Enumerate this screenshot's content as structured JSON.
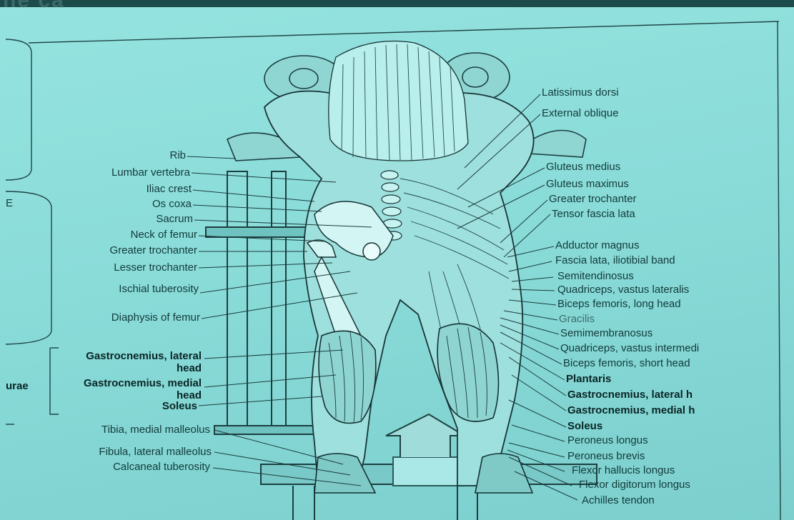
{
  "heading_fragment": "he ca",
  "left_group_fragments": {
    "e": "E",
    "surae": "urae"
  },
  "left_labels": [
    "Rib",
    "Lumbar vertebra",
    "Iliac crest",
    "Os coxa",
    "Sacrum",
    "Neck of femur",
    "Greater trochanter",
    "Lesser trochanter",
    "Ischial tuberosity",
    "Diaphysis of femur",
    "Gastrocnemius, lateral head",
    "Gastrocnemius, medial head",
    "Soleus",
    "Tibia, medial malleolus",
    "Fibula, lateral malleolus",
    "Calcaneal tuberosity"
  ],
  "right_labels": [
    "Latissimus dorsi",
    "External oblique",
    "Gluteus medius",
    "Gluteus maximus",
    "Greater trochanter",
    "Tensor fascia lata",
    "Adductor magnus",
    "Fascia lata, iliotibial band",
    "Semitendinosus",
    "Quadriceps, vastus lateralis",
    "Biceps femoris, long head",
    "Gracilis",
    "Semimembranosus",
    "Quadriceps, vastus intermedi",
    "Biceps femoris, short head",
    "Plantaris",
    "Gastrocnemius, lateral h",
    "Gastrocnemius, medial h",
    "Soleus",
    "Peroneus longus",
    "Peroneus brevis",
    "Flexor hallucis longus",
    "Flexor digitorum longus",
    "Achilles tendon"
  ]
}
